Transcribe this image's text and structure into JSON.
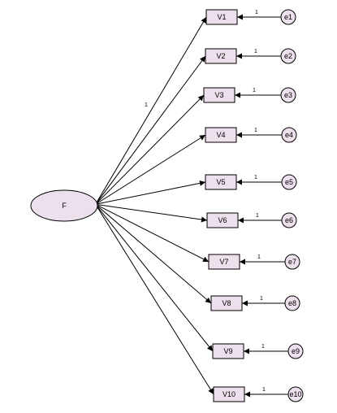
{
  "diagram": {
    "latent_factor": {
      "label": "F",
      "fill": "#ebe0ec"
    },
    "indicator_fill": "#ebe0ec",
    "error_fill": "#ebe0ec",
    "line_color": "#000000",
    "fixed_loading_label": "1",
    "indicators": [
      {
        "label": "V1",
        "error": "e1",
        "error_path_label": "1"
      },
      {
        "label": "V2",
        "error": "e2",
        "error_path_label": "1"
      },
      {
        "label": "V3",
        "error": "e3",
        "error_path_label": "1"
      },
      {
        "label": "V4",
        "error": "e4",
        "error_path_label": "1"
      },
      {
        "label": "V5",
        "error": "e5",
        "error_path_label": "1"
      },
      {
        "label": "V6",
        "error": "e6",
        "error_path_label": "1"
      },
      {
        "label": "V7",
        "error": "e7",
        "error_path_label": "1"
      },
      {
        "label": "V8",
        "error": "e8",
        "error_path_label": "1"
      },
      {
        "label": "V9",
        "error": "e9",
        "error_path_label": "1"
      },
      {
        "label": "V10",
        "error": "e10",
        "error_path_label": "1"
      }
    ]
  }
}
